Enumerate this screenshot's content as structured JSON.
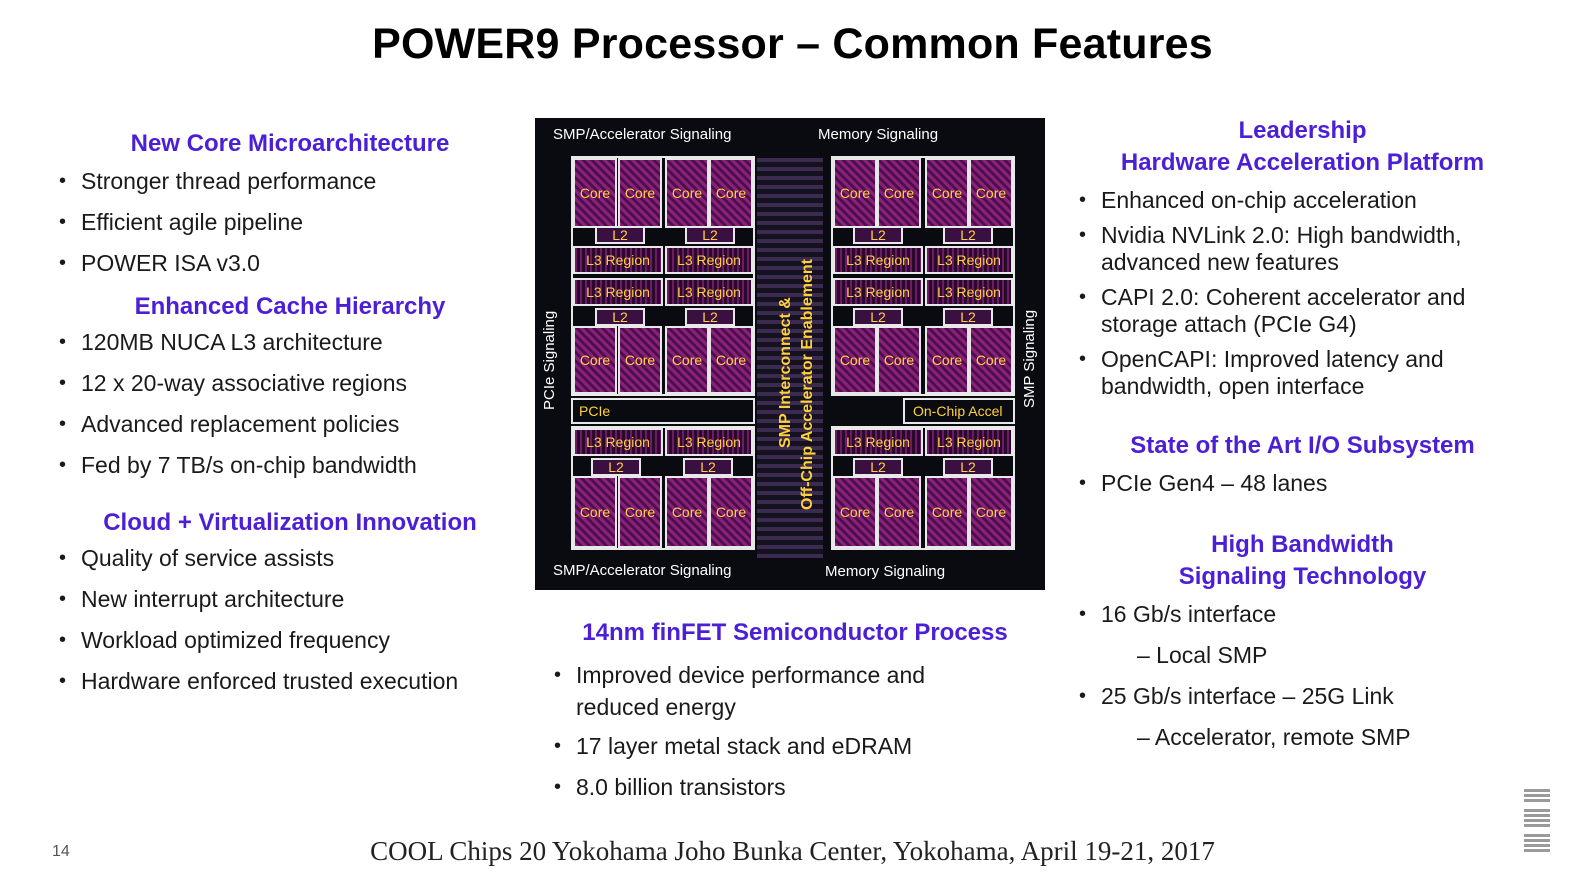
{
  "title": "POWER9 Processor – Common Features",
  "left": {
    "sections": [
      {
        "title": "New Core Microarchitecture",
        "items": [
          "Stronger thread performance",
          "Efficient agile pipeline",
          "POWER ISA v3.0"
        ]
      },
      {
        "title": "Enhanced Cache Hierarchy",
        "items": [
          "120MB NUCA L3 architecture",
          "12 x 20-way associative regions",
          "Advanced replacement policies",
          "Fed by 7 TB/s on-chip bandwidth"
        ]
      },
      {
        "title": "Cloud + Virtualization Innovation",
        "items": [
          "Quality of service assists",
          "New interrupt architecture",
          "Workload optimized frequency",
          "Hardware enforced trusted execution"
        ]
      }
    ]
  },
  "center": {
    "die": {
      "top_left": "SMP/Accelerator Signaling",
      "top_right": "Memory Signaling",
      "bottom_left": "SMP/Accelerator Signaling",
      "bottom_right": "Memory Signaling",
      "left_side": "PCIe Signaling",
      "right_side": "SMP Signaling",
      "center_line1": "SMP Interconnect &",
      "center_line2": "Off-Chip Accelerator Enablement",
      "pcie": "PCIe",
      "on_chip_accel": "On-Chip Accel",
      "core": "Core",
      "l2": "L2",
      "l3": "L3 Region"
    },
    "section": {
      "title": "14nm finFET Semiconductor Process",
      "items": [
        "Improved device performance and reduced energy",
        "17 layer metal stack and eDRAM",
        "8.0 billion transistors"
      ]
    }
  },
  "right": {
    "sections": [
      {
        "title_line1": "Leadership",
        "title_line2": "Hardware Acceleration Platform",
        "items": [
          "Enhanced on-chip acceleration",
          "Nvidia NVLink 2.0:  High bandwidth, advanced new features",
          "CAPI 2.0:  Coherent accelerator and storage attach (PCIe G4)",
          "OpenCAPI:  Improved latency and bandwidth, open interface"
        ]
      },
      {
        "title_line1": "State of the Art I/O Subsystem",
        "items": [
          "PCIe Gen4 – 48 lanes"
        ]
      },
      {
        "title_line1": "High Bandwidth",
        "title_line2": "Signaling Technology",
        "items": [
          "16 Gb/s interface",
          "– Local SMP",
          "25 Gb/s interface – 25G Link",
          "– Accelerator, remote SMP"
        ]
      }
    ]
  },
  "footer": "COOL Chips 20 Yokohama Joho Bunka Center, Yokohama, April 19-21, 2017",
  "page_number": "14",
  "logo": "IBM",
  "colors": {
    "heading": "#4b1fd6",
    "die_label": "#ffd23a"
  }
}
